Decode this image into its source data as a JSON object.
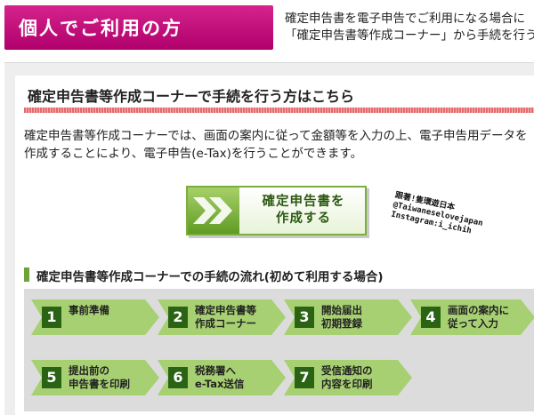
{
  "header": {
    "tab_title": "個人でご利用の方",
    "notice_line1": "確定申告書を電子申告でご利用になる場合に",
    "notice_line2": "「確定申告書等作成コーナー」から手続を行う"
  },
  "section": {
    "title": "確定申告書等作成コーナーで手続を行う方はこちら",
    "description": "確定申告書等作成コーナーでは、画面の案内に従って金額等を入力の上、電子申告用データを作成することにより、電子申告(e-Tax)を行うことができます。"
  },
  "create_button": {
    "line1": "確定申告書を",
    "line2": "作成する"
  },
  "watermark": {
    "line1": "跟著!隻環遊日本",
    "line2": "@Taiwaneselovejapan",
    "line3": "Instagram:i_ichih"
  },
  "flow": {
    "title": "確定申告書等作成コーナーでの手続の流れ(初めて利用する場合)",
    "steps": [
      {
        "num": "1",
        "label": "事前準備"
      },
      {
        "num": "2",
        "label": "確定申告書等\n作成コーナー"
      },
      {
        "num": "3",
        "label": "開始届出\n初期登録"
      },
      {
        "num": "4",
        "label": "画面の案内に\n従って入力"
      },
      {
        "num": "5",
        "label": "提出前の\n申告書を印刷"
      },
      {
        "num": "6",
        "label": "税務署へ\ne-Tax送信"
      },
      {
        "num": "7",
        "label": "受信通知の\n内容を印刷"
      }
    ]
  },
  "colors": {
    "accent_magenta": "#c4007a",
    "accent_green": "#6da338",
    "step_number_bg": "#2a6314"
  }
}
